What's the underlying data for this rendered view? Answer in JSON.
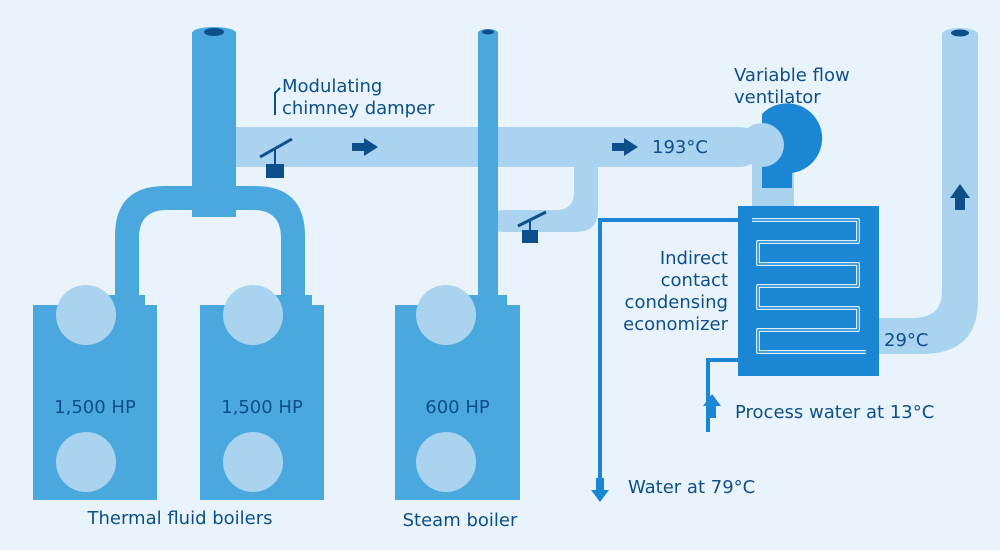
{
  "labels": {
    "damper": [
      "Modulating",
      "chimney damper"
    ],
    "ventilator": [
      "Variable flow",
      "ventilator"
    ],
    "economizer": [
      "Indirect",
      "contact",
      "condensing",
      "economizer"
    ],
    "temp_flue": "193°C",
    "temp_exit": "29°C",
    "process_water": "Process water at 13°C",
    "water_out": "Water at 79°C",
    "thermal_group": "Thermal fluid boilers",
    "steam_group": "Steam boiler"
  },
  "boilers": [
    {
      "hp": "1,500 HP",
      "type": "thermal-fluid"
    },
    {
      "hp": "1,500 HP",
      "type": "thermal-fluid"
    },
    {
      "hp": "600 HP",
      "type": "steam"
    }
  ],
  "colors": {
    "background": "#e8f3fb",
    "boiler": "#4aa8de",
    "duct_dark": "#4aa8de",
    "duct_light": "#a9d3ef",
    "circle": "#a9d3ef",
    "economizer": "#1b86d4",
    "arrow": "#0d4f8b",
    "text": "#0d4f8b"
  },
  "icons": [
    "damper-icon",
    "flow-arrow-icon",
    "fan-icon",
    "coil-icon",
    "water-pipe"
  ]
}
